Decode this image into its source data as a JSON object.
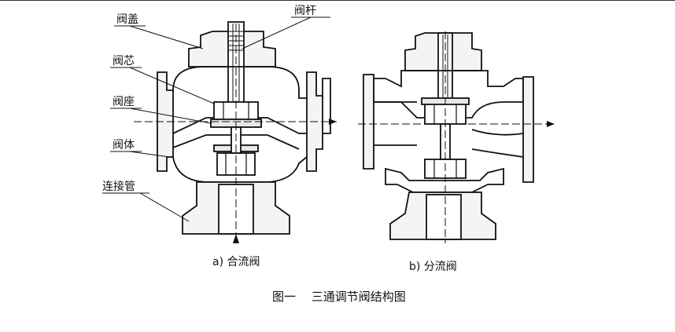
{
  "labels": {
    "bonnet": "阀盖",
    "stem": "阀杆",
    "plug": "阀芯",
    "seat": "阀座",
    "body": "阀体",
    "connecting_pipe": "连接管"
  },
  "captions": {
    "a": "a) 合流阀",
    "b": "b) 分流阀"
  },
  "figure_title": "图一　 三通调节阀结构图"
}
